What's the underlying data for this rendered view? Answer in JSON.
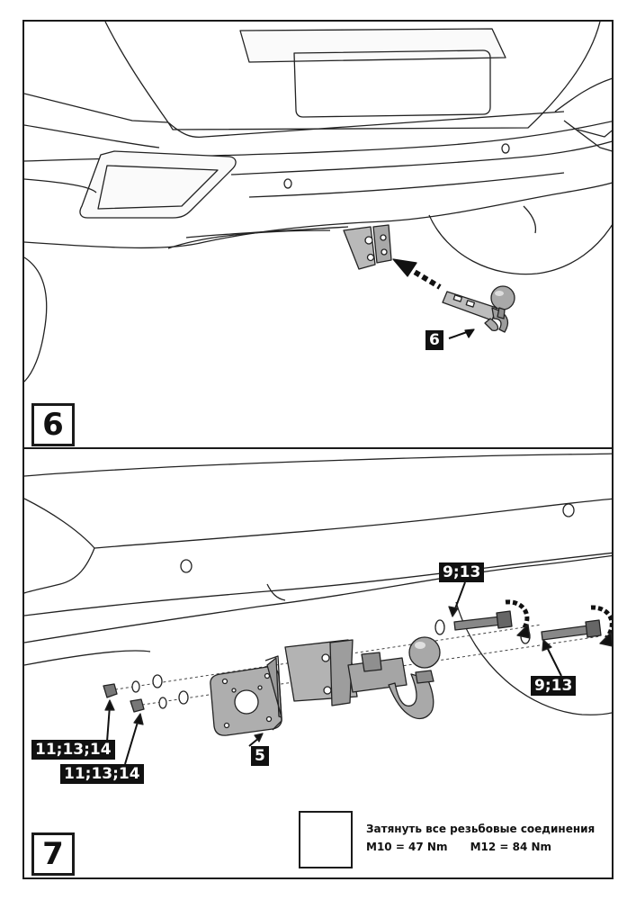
{
  "panels": [
    {
      "step_number": "6",
      "callouts": [
        "6"
      ]
    },
    {
      "step_number": "7",
      "callouts": [
        "9;13",
        "9;13",
        "5",
        "11;13;14",
        "11;13;14"
      ],
      "instruction": "Затянуть все резьбовые соединения",
      "torque_m10": "M10 = 47 Nm",
      "torque_m12": "M12 = 84 Nm",
      "icon": "torque-wrench-icon"
    }
  ]
}
